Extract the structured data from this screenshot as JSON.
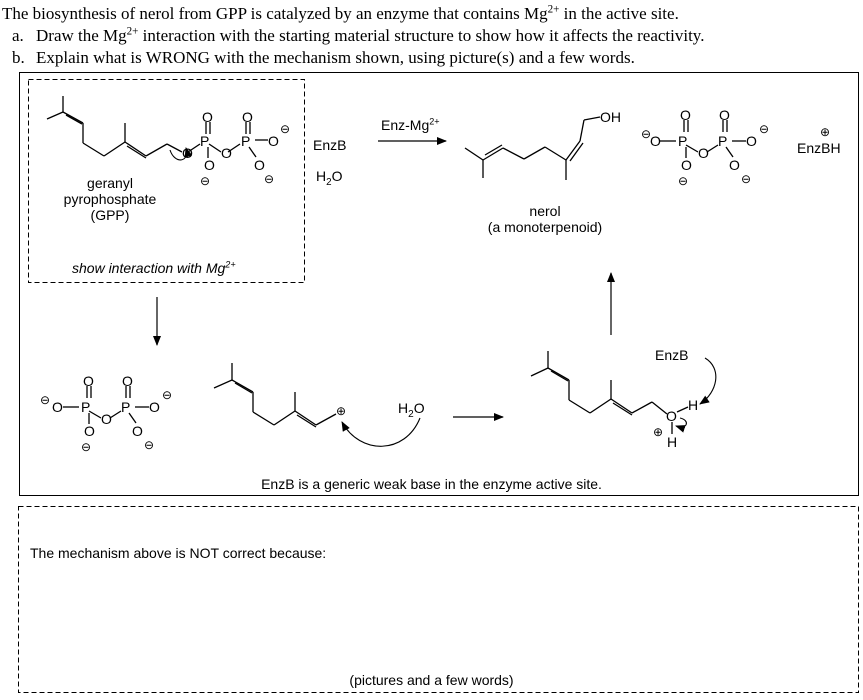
{
  "question": {
    "intro_pre": "The biosynthesis of nerol from GPP is catalyzed by an enzyme that contains Mg",
    "intro_sup": "2+",
    "intro_post": " in the active site.",
    "part_a_letter": "a.",
    "part_a_pre": "Draw the Mg",
    "part_a_sup": "2+",
    "part_a_post": " interaction with the starting material structure to show how it affects the reactivity.",
    "part_b_letter": "b.",
    "part_b_text": "Explain what is WRONG with the mechanism shown, using picture(s) and a few words."
  },
  "scheme": {
    "gpp_name_lines": [
      "geranyl",
      "pyrophosphate",
      "(GPP)"
    ],
    "show_interaction_pre": "show interaction with Mg",
    "show_interaction_sup": "2+",
    "reagent_base": "EnzB",
    "reagent_water": "H",
    "reagent_water_sub": "2",
    "reagent_water_o": "O",
    "arrow_label_pre": "Enz-Mg",
    "arrow_label_sup": "2+",
    "product_name": "nerol",
    "product_class": "(a monoterpenoid)",
    "hydroxyl_label": "OH",
    "byproduct_acid": "EnzBH",
    "plus_sign": "⊕",
    "minus_sign": "⊖",
    "atom_P": "P",
    "atom_O": "O",
    "atom_H": "H",
    "nucleophile": "H",
    "nucleophile_sub": "2",
    "nucleophile_o": "O",
    "base_attack": "EnzB",
    "base_note": "EnzB is a generic weak base in the enzyme active site."
  },
  "answer_box": {
    "prompt": "The mechanism above is NOT correct because:",
    "footer": "(pictures and a few words)"
  }
}
